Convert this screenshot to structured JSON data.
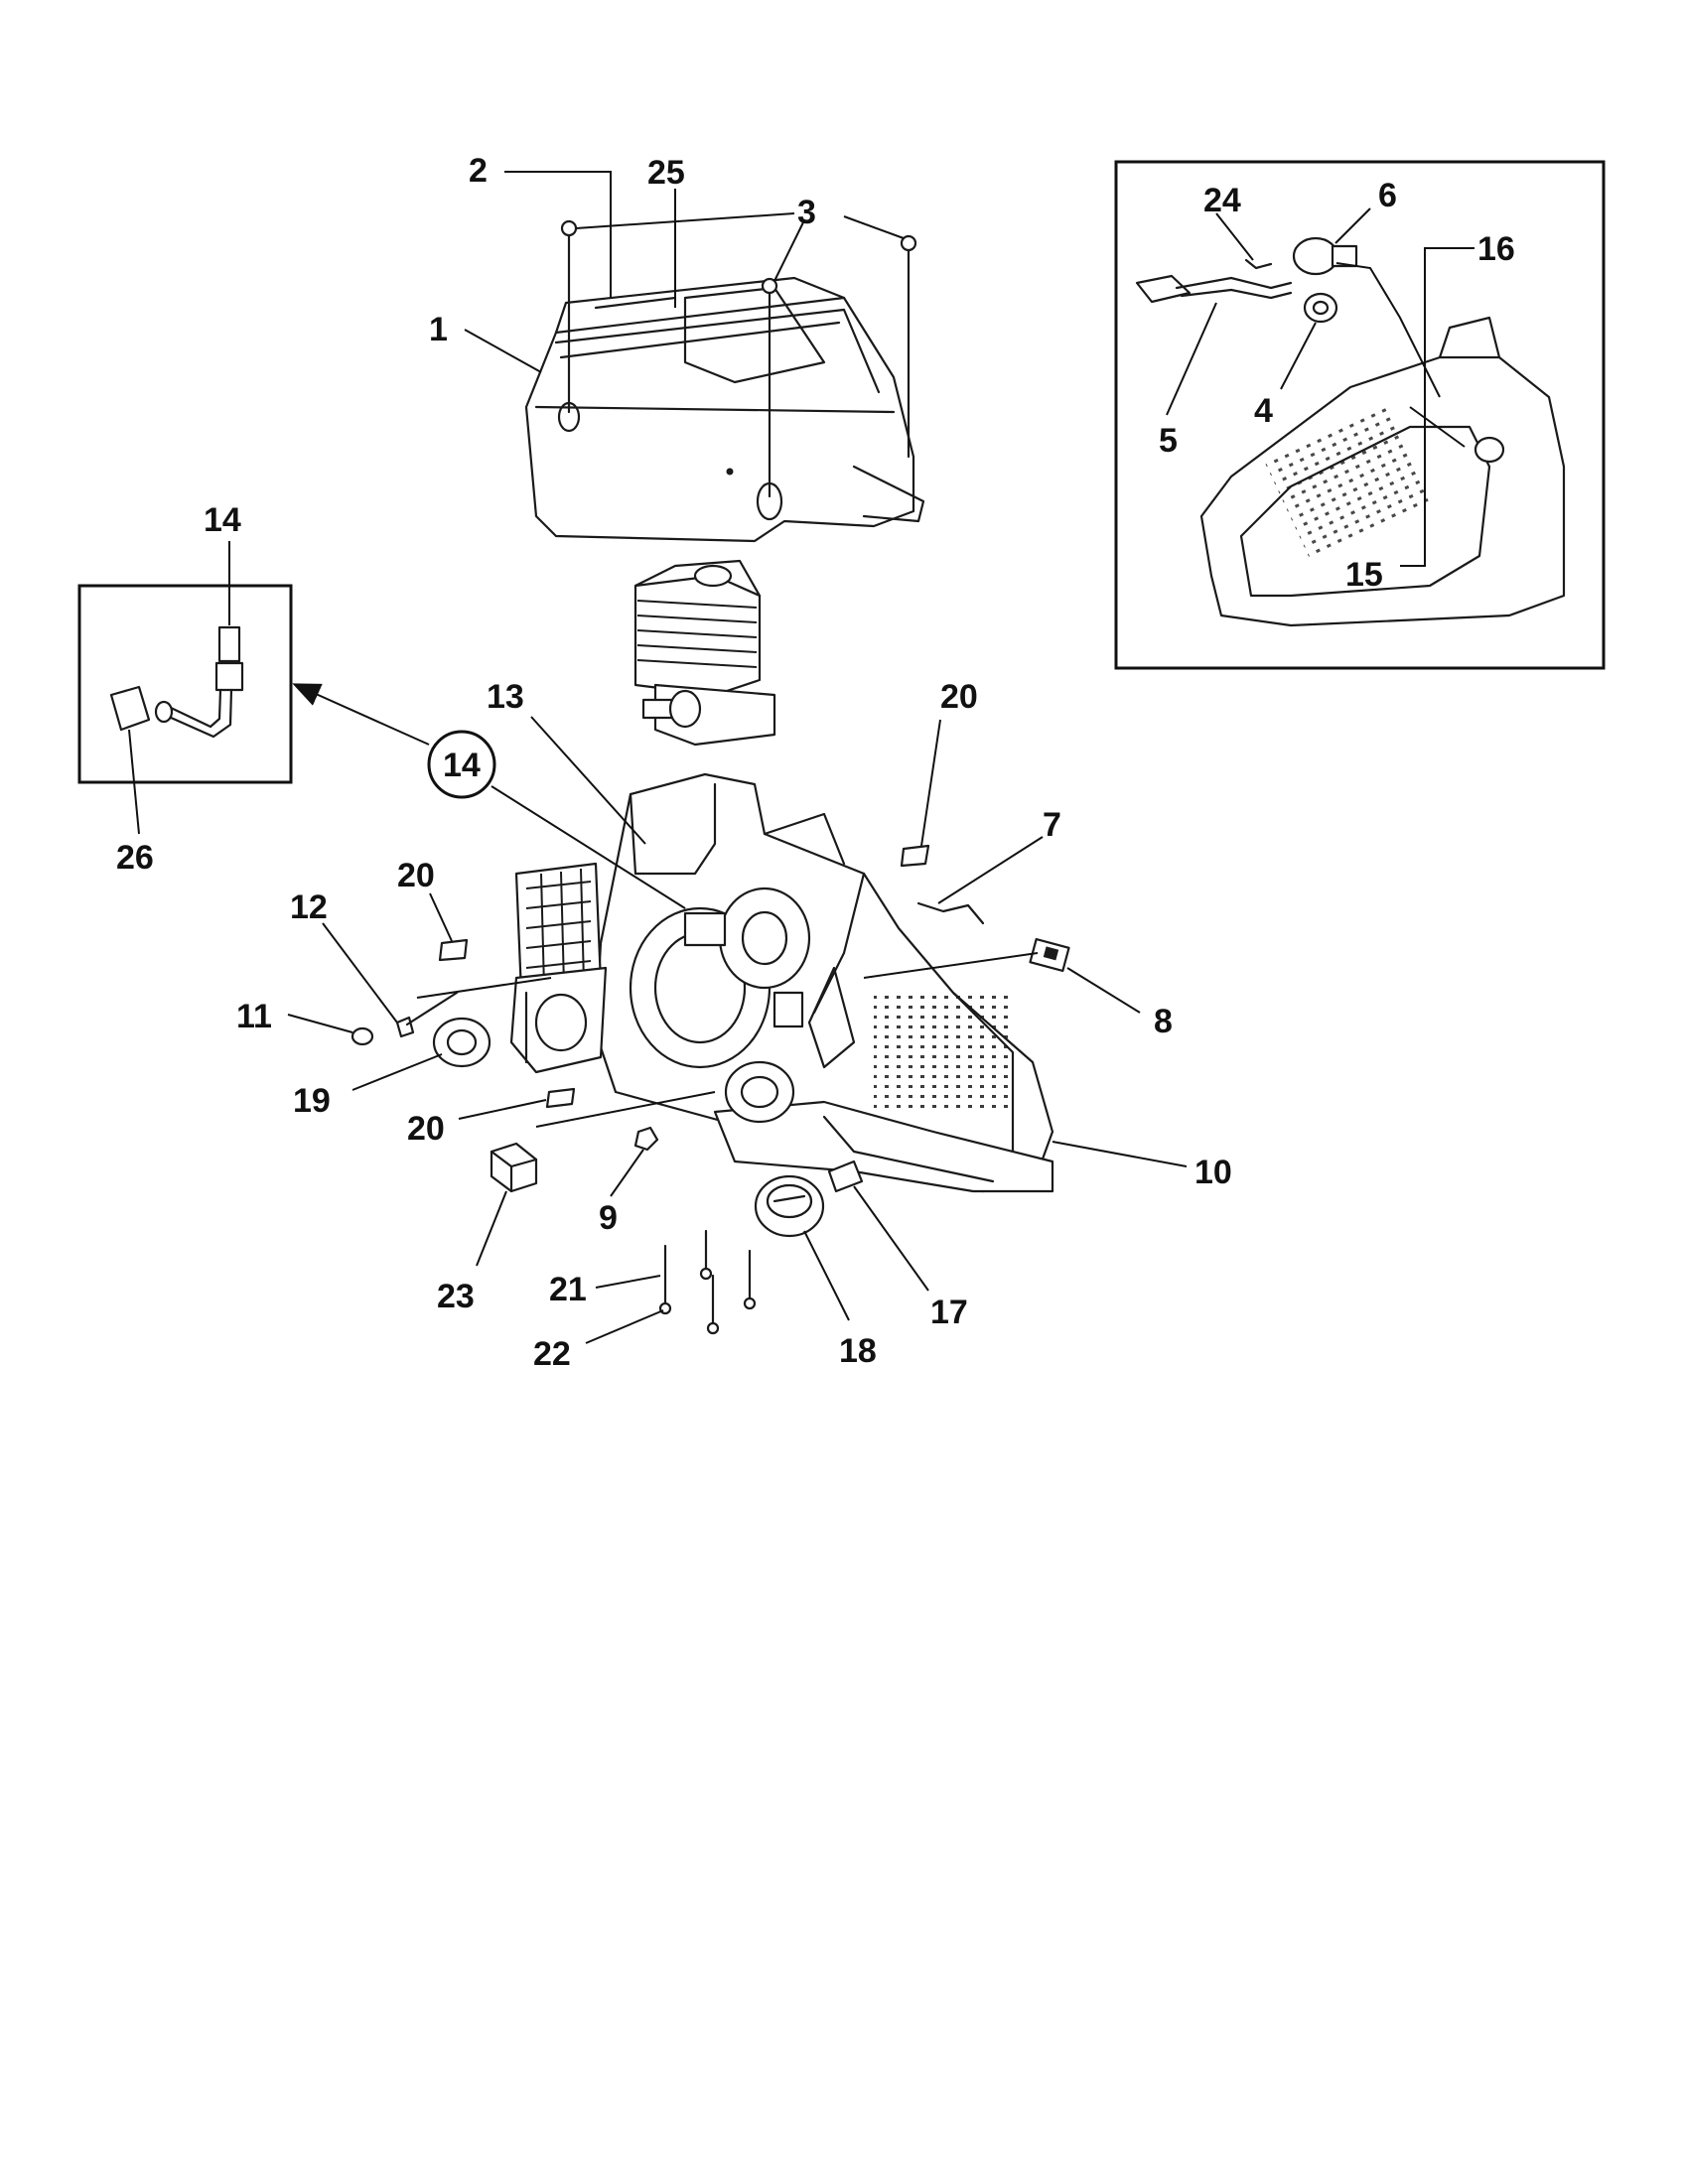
{
  "callouts": {
    "c1": "1",
    "c2": "2",
    "c3": "3",
    "c4": "4",
    "c5": "5",
    "c6": "6",
    "c7": "7",
    "c8": "8",
    "c9": "9",
    "c10": "10",
    "c11": "11",
    "c12": "12",
    "c13": "13",
    "c14": "14",
    "c14_circled": "14",
    "c15": "15",
    "c16": "16",
    "c17": "17",
    "c18": "18",
    "c19": "19",
    "c20a": "20",
    "c20b": "20",
    "c20c": "20",
    "c21": "21",
    "c22": "22",
    "c23": "23",
    "c24": "24",
    "c25": "25",
    "c26": "26"
  }
}
